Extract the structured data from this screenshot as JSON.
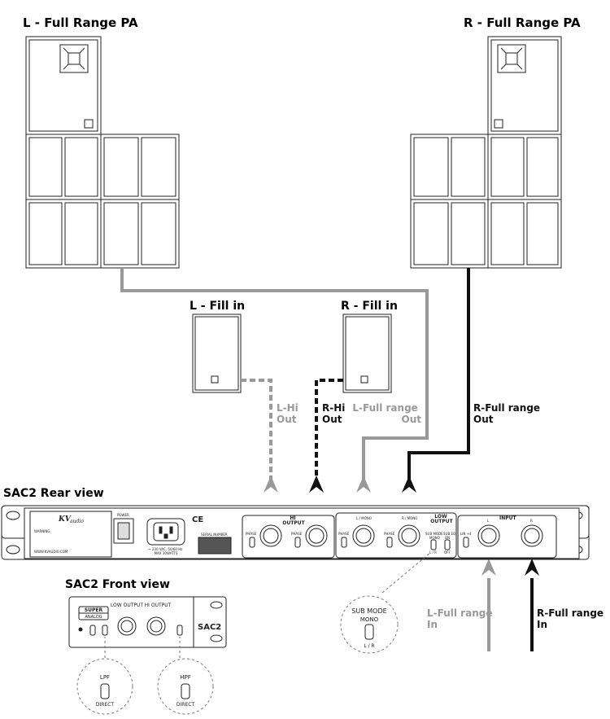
{
  "titles": {
    "left_pa": "L - Full Range PA",
    "right_pa": "R - Full Range PA",
    "left_fill": "L - Fill in",
    "right_fill": "R - Fill in",
    "rear_view": "SAC2 Rear view",
    "front_view": "SAC2 Front view"
  },
  "signals": {
    "l_hi_out": [
      "L-Hi",
      "Out"
    ],
    "r_hi_out": [
      "R-Hi",
      "Out"
    ],
    "l_full_out": [
      "L-Full range",
      "Out"
    ],
    "r_full_out": [
      "R-Full range",
      "Out"
    ],
    "l_full_in": [
      "L-Full range",
      "In"
    ],
    "r_full_in": [
      "R-Full range",
      "In"
    ]
  },
  "rear_panel": {
    "power": "POWER",
    "ac_rating": [
      "~ 230 VAC, 50/60 Hz",
      "MAX 30WATTS"
    ],
    "serial": "SERIAL NUMBER",
    "hi_output": [
      "HI",
      "OUTPUT"
    ],
    "low_output": [
      "LOW",
      "OUTPUT"
    ],
    "input": "INPUT",
    "l_mono": "L / MONO",
    "r_mono": "R / MONO",
    "phase": "PHASE",
    "sub_mode": "SUB MODE",
    "sub_eq": "SUB EQ",
    "mono": "MONO",
    "lr": "L / R",
    "on": "ON",
    "off": "OFF",
    "line_plus4": "LIN +4",
    "channel_l": "L",
    "channel_r": "R",
    "ce": "CE",
    "brand": "KV",
    "brand_sub": "audio",
    "warning": "WARNING",
    "website": "WWW.KVAUDIO.COM"
  },
  "front_panel": {
    "badge_top": "SUPER",
    "badge_bottom": "ANALOG",
    "low_output": "LOW OUTPUT",
    "hi_output": "HI OUTPUT",
    "model": "SAC2"
  },
  "callouts": {
    "sub_mode": [
      "SUB MODE",
      "MONO",
      "L / R"
    ],
    "lpf": [
      "LPF",
      "DIRECT"
    ],
    "hpf": [
      "HPF",
      "DIRECT"
    ]
  },
  "colors": {
    "grey_cable": "#999999",
    "black_cable": "#111111",
    "outline": "#222222"
  }
}
